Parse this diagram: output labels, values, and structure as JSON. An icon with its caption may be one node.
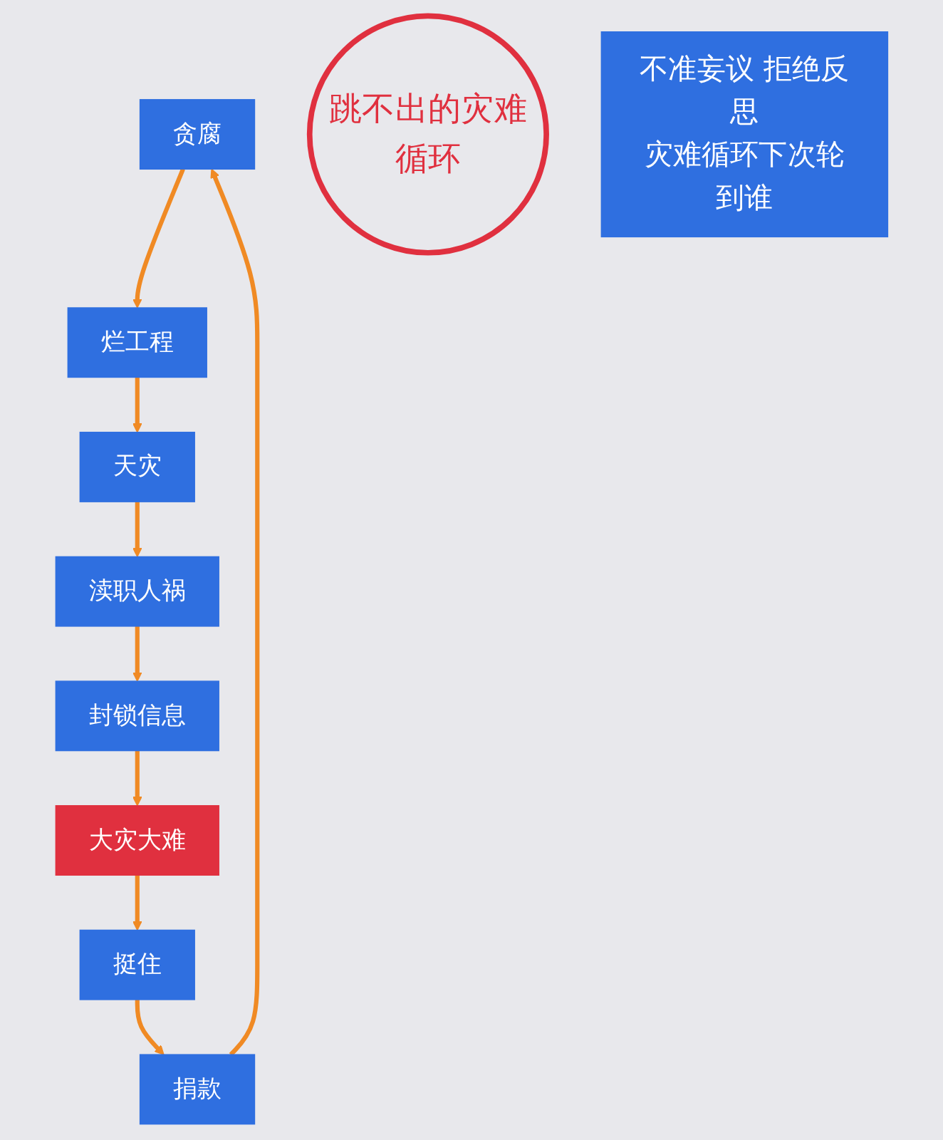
{
  "diagram": {
    "nodes": [
      {
        "text": [
          "贪腐"
        ]
      },
      {
        "text": [
          "捐款"
        ]
      },
      {
        "text": [
          "烂工程"
        ]
      },
      {
        "text": [
          "跳不出的灾难循环"
        ]
      },
      {
        "text": [
          "天灾"
        ]
      },
      {
        "text": [
          "挺住"
        ]
      },
      {
        "text": [
          "渎职人祸"
        ]
      },
      {
        "text": [
          "大灾大难"
        ]
      },
      {
        "text": [
          "封锁信息"
        ]
      },
      {
        "text": [
          "不准妄议 拒绝反思",
          "灾难循环下次轮到谁"
        ]
      }
    ],
    "edges": [
      {
        "from": 1,
        "to": 0,
        "arrow": "to"
      },
      {
        "from": 0,
        "to": 2,
        "arrow": "to"
      },
      {
        "from": 2,
        "to": 4,
        "arrow": "to"
      },
      {
        "from": 4,
        "to": 6,
        "arrow": "to"
      },
      {
        "from": 6,
        "to": 8,
        "arrow": "to"
      },
      {
        "from": 8,
        "to": 7,
        "arrow": "to"
      },
      {
        "from": 7,
        "to": 5,
        "arrow": "to"
      },
      {
        "from": 5,
        "to": 1,
        "arrow": "to"
      }
    ]
  }
}
